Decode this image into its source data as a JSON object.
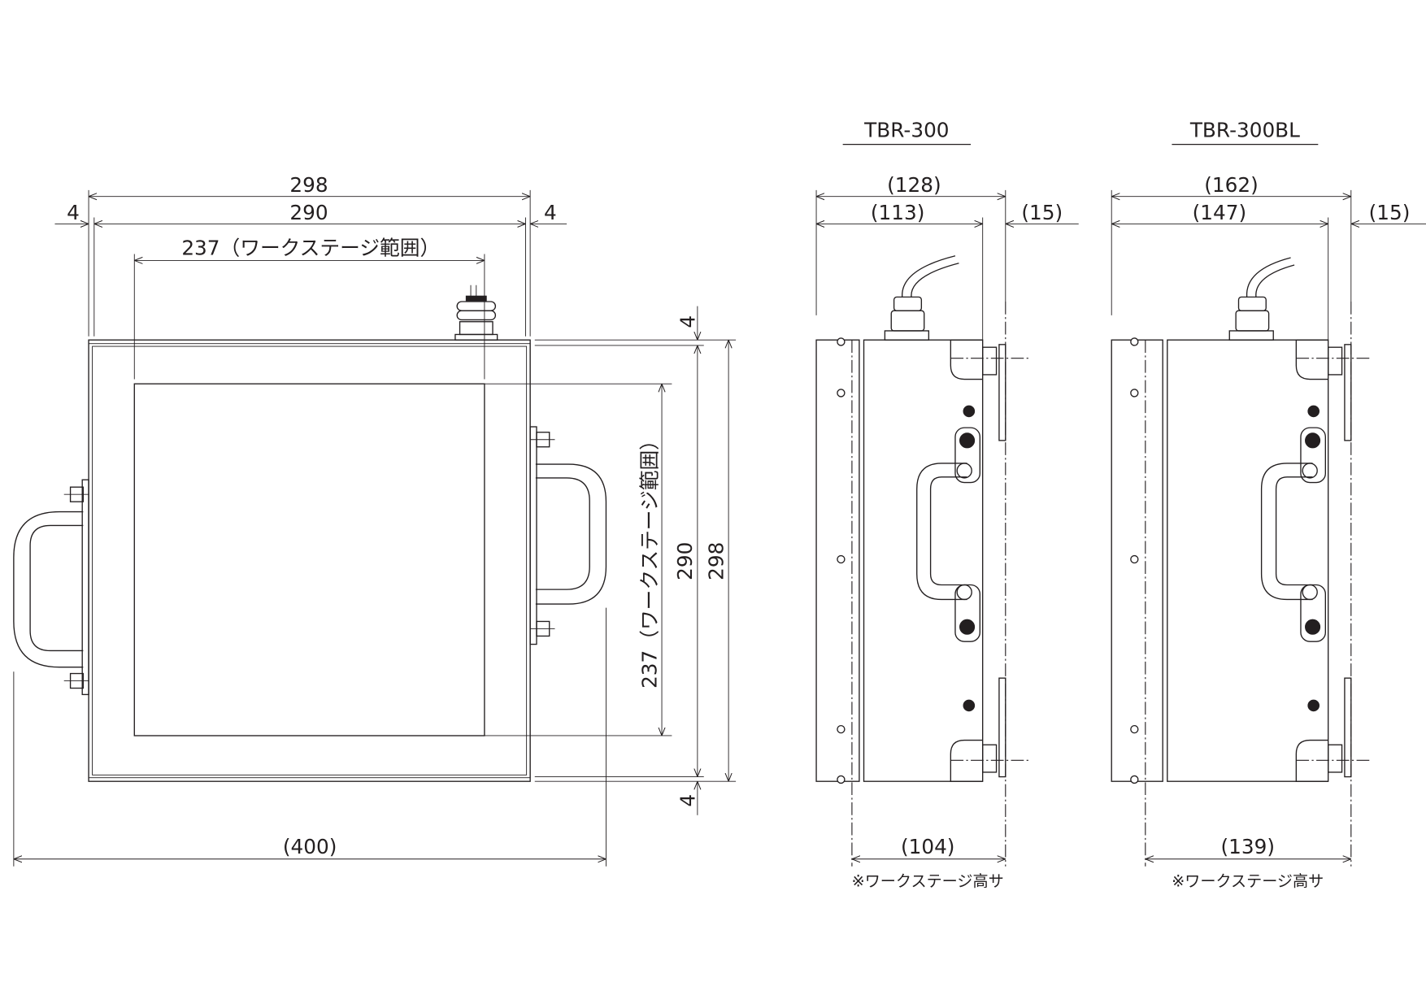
{
  "front_view": {
    "dim_width_outer": "298",
    "dim_width_inner": "290",
    "dim_left_margin": "4",
    "dim_right_margin": "4",
    "dim_work_stage_width": "237（ワークステージ範囲）",
    "dim_height_work_stage": "237（ワークステージ範囲）",
    "dim_height_inner": "290",
    "dim_height_outer": "298",
    "dim_top_margin": "4",
    "dim_bottom_margin": "4",
    "dim_overall_width": "(400)"
  },
  "side_views": [
    {
      "model": "TBR-300",
      "dim_total_depth": "(128)",
      "dim_body_depth": "(113)",
      "dim_foot": "(15)",
      "dim_stage_height": "(104)",
      "note": "※ワークステージ高サ"
    },
    {
      "model": "TBR-300BL",
      "dim_total_depth": "(162)",
      "dim_body_depth": "(147)",
      "dim_foot": "(15)",
      "dim_stage_height": "(139)",
      "note": "※ワークステージ高サ"
    }
  ]
}
